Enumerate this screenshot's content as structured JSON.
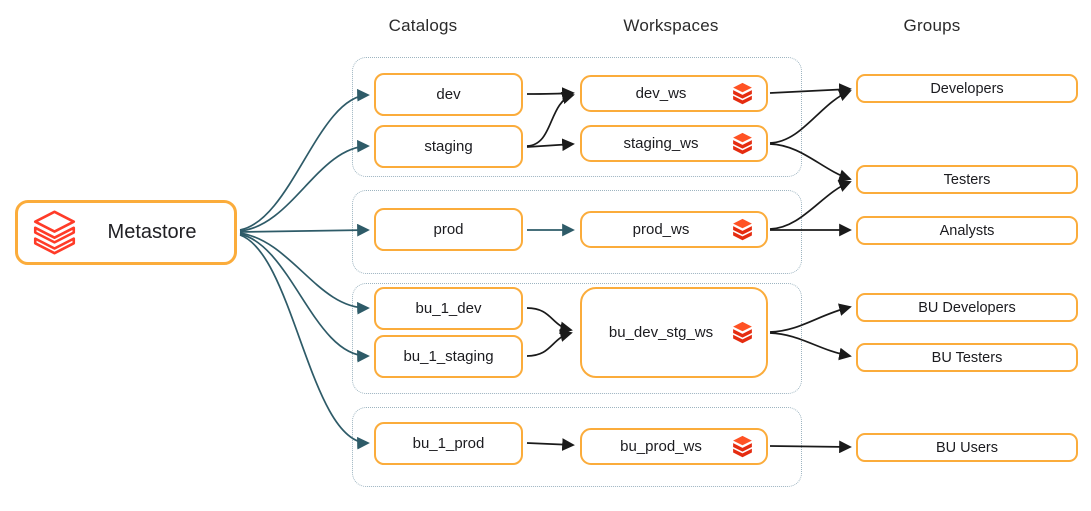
{
  "columns": {
    "catalogs": "Catalogs",
    "workspaces": "Workspaces",
    "groups": "Groups"
  },
  "metastore": {
    "label": "Metastore",
    "icon": "databricks-logo-outline-icon"
  },
  "catalogs": [
    {
      "label": "dev"
    },
    {
      "label": "staging"
    },
    {
      "label": "prod"
    },
    {
      "label": "bu_1_dev"
    },
    {
      "label": "bu_1_staging"
    },
    {
      "label": "bu_1_prod"
    }
  ],
  "workspaces": [
    {
      "label": "dev_ws",
      "icon": "databricks-icon"
    },
    {
      "label": "staging_ws",
      "icon": "databricks-icon"
    },
    {
      "label": "prod_ws",
      "icon": "databricks-icon"
    },
    {
      "label": "bu_dev_stg_ws",
      "icon": "databricks-icon"
    },
    {
      "label": "bu_prod_ws",
      "icon": "databricks-icon"
    }
  ],
  "groups": [
    {
      "label": "Developers"
    },
    {
      "label": "Testers"
    },
    {
      "label": "Analysts"
    },
    {
      "label": "BU Developers"
    },
    {
      "label": "BU Testers"
    },
    {
      "label": "BU Users"
    }
  ],
  "edges": {
    "metastore_to_catalogs": [
      "dev",
      "staging",
      "prod",
      "bu_1_dev",
      "bu_1_staging",
      "bu_1_prod"
    ],
    "catalog_to_workspace": [
      [
        "dev",
        "dev_ws"
      ],
      [
        "staging",
        "dev_ws"
      ],
      [
        "staging",
        "staging_ws"
      ],
      [
        "prod",
        "prod_ws"
      ],
      [
        "bu_1_dev",
        "bu_dev_stg_ws"
      ],
      [
        "bu_1_staging",
        "bu_dev_stg_ws"
      ],
      [
        "bu_1_prod",
        "bu_prod_ws"
      ]
    ],
    "workspace_to_group": [
      [
        "dev_ws",
        "Developers"
      ],
      [
        "staging_ws",
        "Developers"
      ],
      [
        "staging_ws",
        "Testers"
      ],
      [
        "prod_ws",
        "Testers"
      ],
      [
        "prod_ws",
        "Analysts"
      ],
      [
        "bu_dev_stg_ws",
        "BU Developers"
      ],
      [
        "bu_dev_stg_ws",
        "BU Testers"
      ],
      [
        "bu_prod_ws",
        "BU Users"
      ]
    ]
  },
  "colors": {
    "node_border": "#FBAC3B",
    "metastore_edge": "#2E5B68",
    "link_edge": "#1A1A1A",
    "group_outline_dotted": "#9DB4C0",
    "databricks_red": "#FF3B28",
    "databricks_red_dark": "#E52C10",
    "text": "#1B1B1F"
  }
}
